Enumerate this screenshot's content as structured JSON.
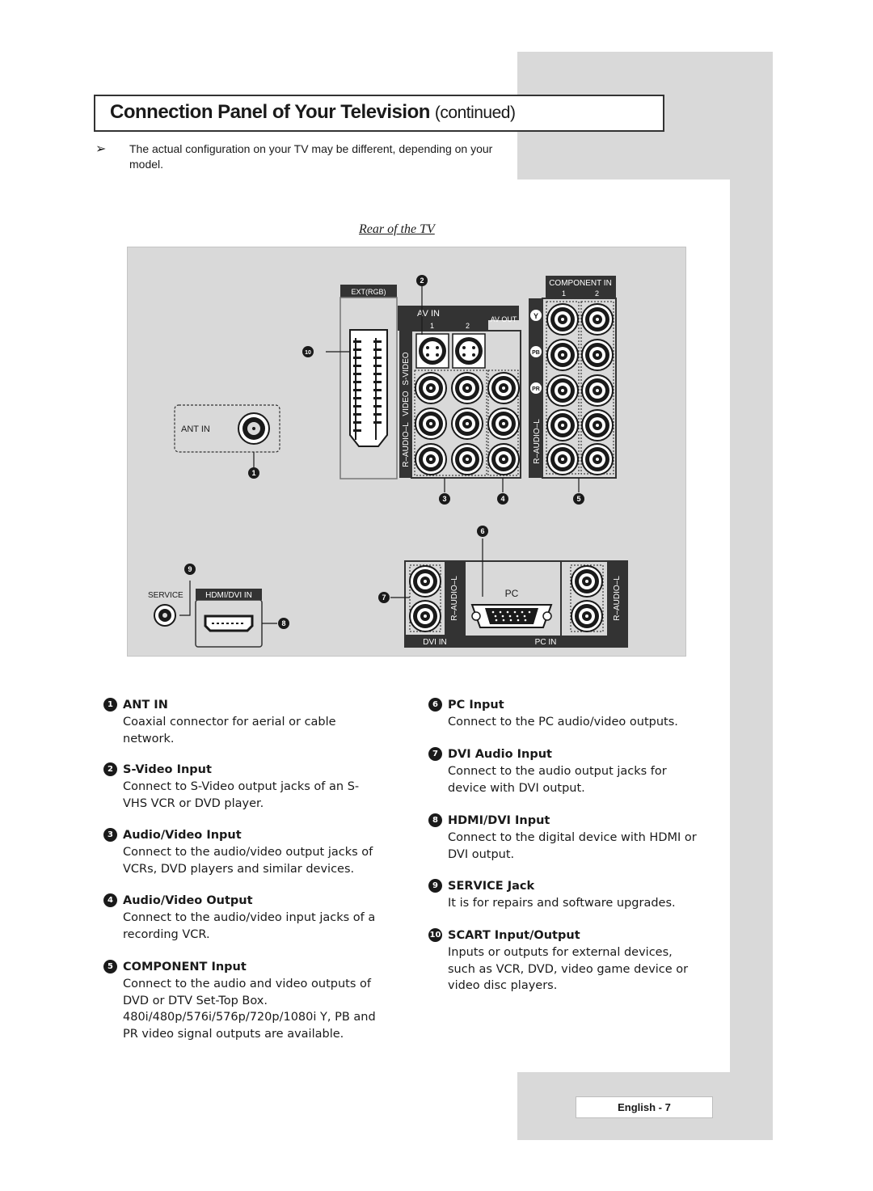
{
  "header": {
    "title_main": "Connection Panel of Your Television",
    "title_suffix": "(continued)"
  },
  "note": {
    "arrow": "➢",
    "text": "The actual configuration on your TV may be different, depending on your model."
  },
  "diagram": {
    "caption": "Rear of the TV",
    "labels": {
      "ext_rgb": "EXT(RGB)",
      "ant_in": "ANT IN",
      "av_in": "AV IN",
      "av_out": "AV OUT",
      "av_col1": "1",
      "av_col2": "2",
      "s_video": "S-VIDEO",
      "video": "VIDEO",
      "audio_l_left": "R–AUDIO–L",
      "component_in": "COMPONENT IN",
      "comp_col1": "1",
      "comp_col2": "2",
      "y": "Y",
      "pb": "PB",
      "pr": "PR",
      "service": "SERVICE",
      "hdmi_dvi_in": "HDMI/DVI IN",
      "pc": "PC",
      "dvi_in": "DVI IN",
      "pc_in": "PC IN"
    },
    "callouts": [
      "1",
      "2",
      "3",
      "4",
      "5",
      "6",
      "7",
      "8",
      "9",
      "10"
    ]
  },
  "items_left": [
    {
      "num": "1",
      "title": "ANT IN",
      "desc": "Coaxial connector for aerial or cable network."
    },
    {
      "num": "2",
      "title": "S-Video Input",
      "desc": "Connect to S-Video output jacks of an S-VHS VCR or DVD player."
    },
    {
      "num": "3",
      "title": "Audio/Video Input",
      "desc": "Connect to the audio/video output jacks of VCRs, DVD players and similar devices."
    },
    {
      "num": "4",
      "title": "Audio/Video Output",
      "desc": "Connect to the audio/video input jacks of a recording VCR."
    },
    {
      "num": "5",
      "title": "COMPONENT Input",
      "desc": "Connect to the audio and video outputs of DVD or DTV Set-Top Box. 480i/480p/576i/576p/720p/1080i Y, PB and PR video signal outputs are available."
    }
  ],
  "items_right": [
    {
      "num": "6",
      "title": "PC Input",
      "desc": "Connect to the PC audio/video outputs."
    },
    {
      "num": "7",
      "title": "DVI Audio Input",
      "desc": "Connect to the audio output jacks for device with DVI output."
    },
    {
      "num": "8",
      "title": "HDMI/DVI Input",
      "desc": "Connect to the digital device with HDMI or DVI output."
    },
    {
      "num": "9",
      "title": "SERVICE Jack",
      "desc": "It is for repairs and software upgrades."
    },
    {
      "num": "10",
      "title": "SCART Input/Output",
      "desc": "Inputs or outputs for external devices, such as VCR, DVD, video game device or video disc players."
    }
  ],
  "footer": {
    "page_label": "English - 7"
  }
}
